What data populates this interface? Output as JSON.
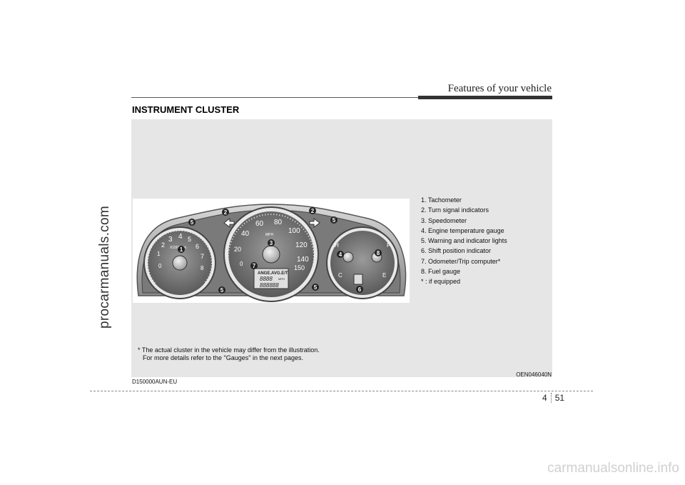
{
  "watermark_left": "procarmanuals.com",
  "header": {
    "title": "Features of your vehicle"
  },
  "section": {
    "title": "INSTRUMENT CLUSTER"
  },
  "legend": [
    "1. Tachometer",
    "2. Turn signal indicators",
    "3. Speedometer",
    "4. Engine temperature gauge",
    "5. Warning and indicator lights",
    "6. Shift position indicator",
    "7. Odometer/Trip computer*",
    "8. Fuel gauge",
    "* : if equipped"
  ],
  "footnote": {
    "line1": "* The actual cluster in the vehicle may differ from the illustration.",
    "line2": "For more details refer to the \"Gauges\" in the next pages."
  },
  "image_code": "OEN046040N",
  "doc_code": "D150000AUN-EU",
  "page": {
    "chapter": "4",
    "number": "51"
  },
  "watermark_bottom": "carmanualsonline.info",
  "cluster": {
    "tacho_ticks": [
      "0",
      "1",
      "2",
      "3",
      "4",
      "5",
      "6",
      "7",
      "8"
    ],
    "tacho_unit": "X1000rpm",
    "speedo_ticks": [
      "0",
      "20",
      "40",
      "60",
      "80",
      "100",
      "120",
      "140",
      "150"
    ],
    "speedo_unit": "MPH",
    "odo_text": "ANGE.AVG.E/T",
    "odo_digits": "8888",
    "odo_unit": "MPH",
    "odo_digits2": "888888",
    "temp_hot": "H",
    "temp_cold": "C",
    "fuel_full": "F",
    "fuel_empty": "E",
    "callouts": [
      "1",
      "2",
      "2",
      "3",
      "4",
      "5",
      "5",
      "5",
      "5",
      "6",
      "7",
      "8"
    ]
  }
}
